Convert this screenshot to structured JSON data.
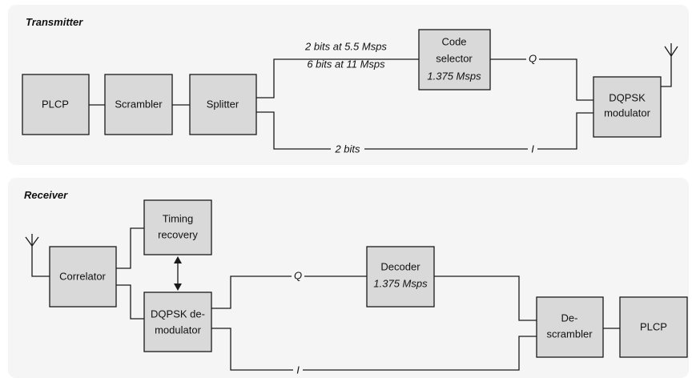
{
  "transmitter": {
    "title": "Transmitter",
    "plcp": "PLCP",
    "scrambler": "Scrambler",
    "splitter": "Splitter",
    "code_selector": {
      "line1": "Code",
      "line2": "selector",
      "rate": "1.375 Msps"
    },
    "dqpsk_modulator": {
      "line1": "DQPSK",
      "line2": "modulator"
    },
    "upper_branch": {
      "line1": "2 bits at 5.5 Msps",
      "line2": "6 bits at 11 Msps"
    },
    "lower_branch": "2 bits",
    "q_label": "Q",
    "i_label": "I"
  },
  "receiver": {
    "title": "Receiver",
    "correlator": "Correlator",
    "timing_recovery": {
      "line1": "Timing",
      "line2": "recovery"
    },
    "dqpsk_demodulator": {
      "line1": "DQPSK de-",
      "line2": "modulator"
    },
    "decoder": {
      "line1": "Decoder",
      "rate": "1.375 Msps"
    },
    "descrambler": {
      "line1": "De-",
      "line2": "scrambler"
    },
    "plcp": "PLCP",
    "q_label": "Q",
    "i_label": "I"
  }
}
